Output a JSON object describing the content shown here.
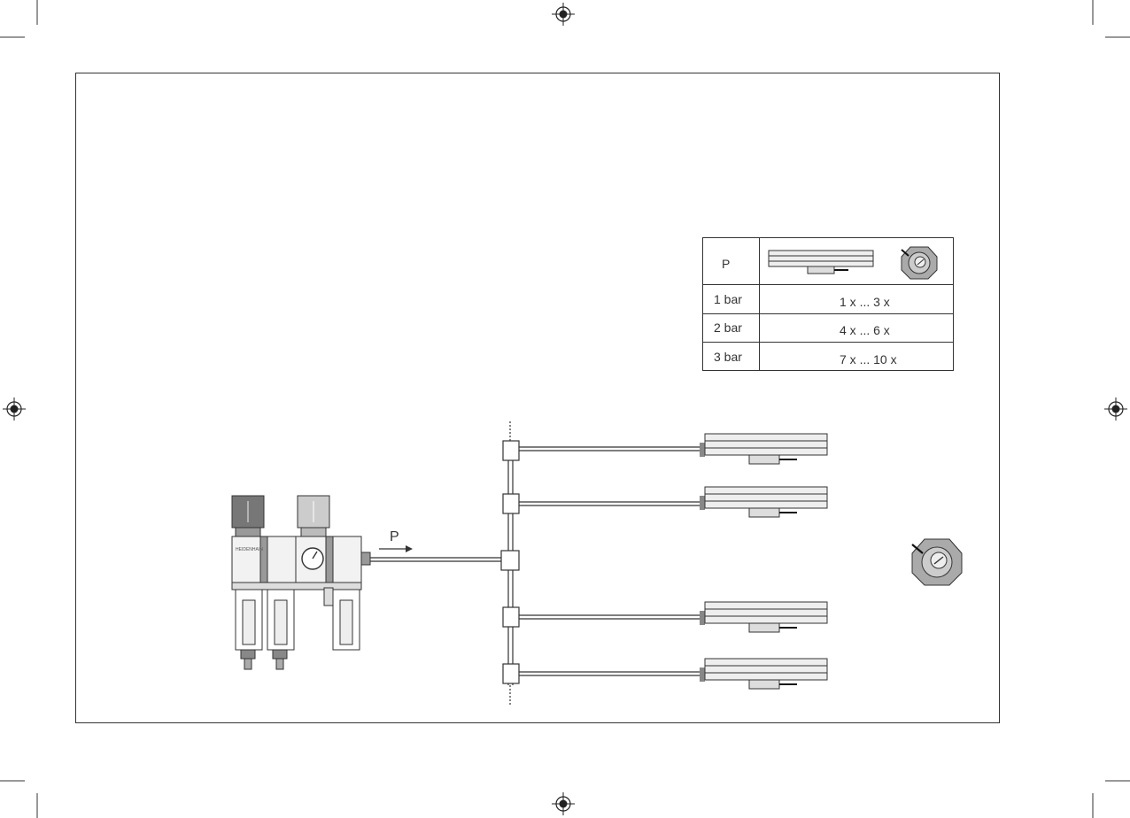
{
  "table": {
    "header_symbol": "P",
    "rows": [
      {
        "pressure": "1 bar",
        "quantity": "1 x ... 3 x"
      },
      {
        "pressure": "2 bar",
        "quantity": "4 x ... 6 x"
      },
      {
        "pressure": "3 bar",
        "quantity": "7 x ... 10 x"
      }
    ]
  },
  "flow_label": "P",
  "unit_brand": "HEIDENHAIN",
  "ionizer_count": 4
}
